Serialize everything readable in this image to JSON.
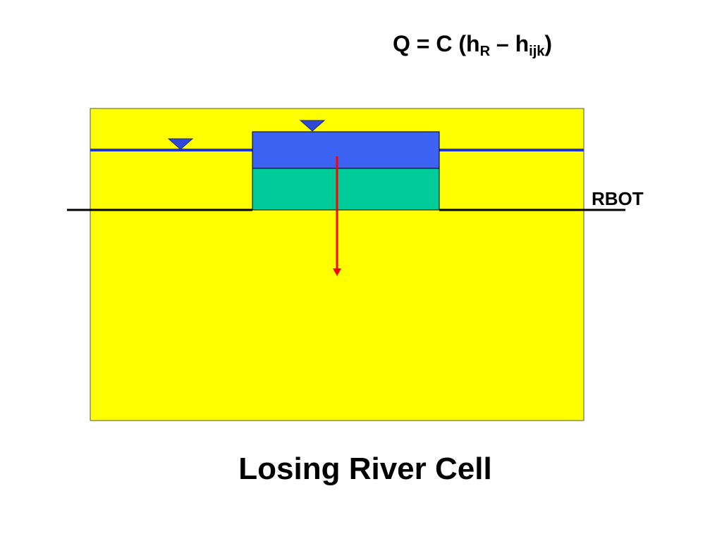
{
  "equation": {
    "lhs": "Q = C (h",
    "sub_r": "R",
    "middle": " – h",
    "sub_ijk": "ijk",
    "close": ")"
  },
  "labels": {
    "rbot": "RBOT"
  },
  "caption": "Losing River Cell",
  "colors": {
    "cell_fill": "#ffff00",
    "river_water": "#3b62f0",
    "riverbed": "#00cc99",
    "water_table": "#1f35d6",
    "flow_arrow": "#ff0000",
    "outline": "#000000"
  },
  "icons": {
    "water_level_marker": "inverted-triangle",
    "flow_direction": "down-arrow"
  }
}
